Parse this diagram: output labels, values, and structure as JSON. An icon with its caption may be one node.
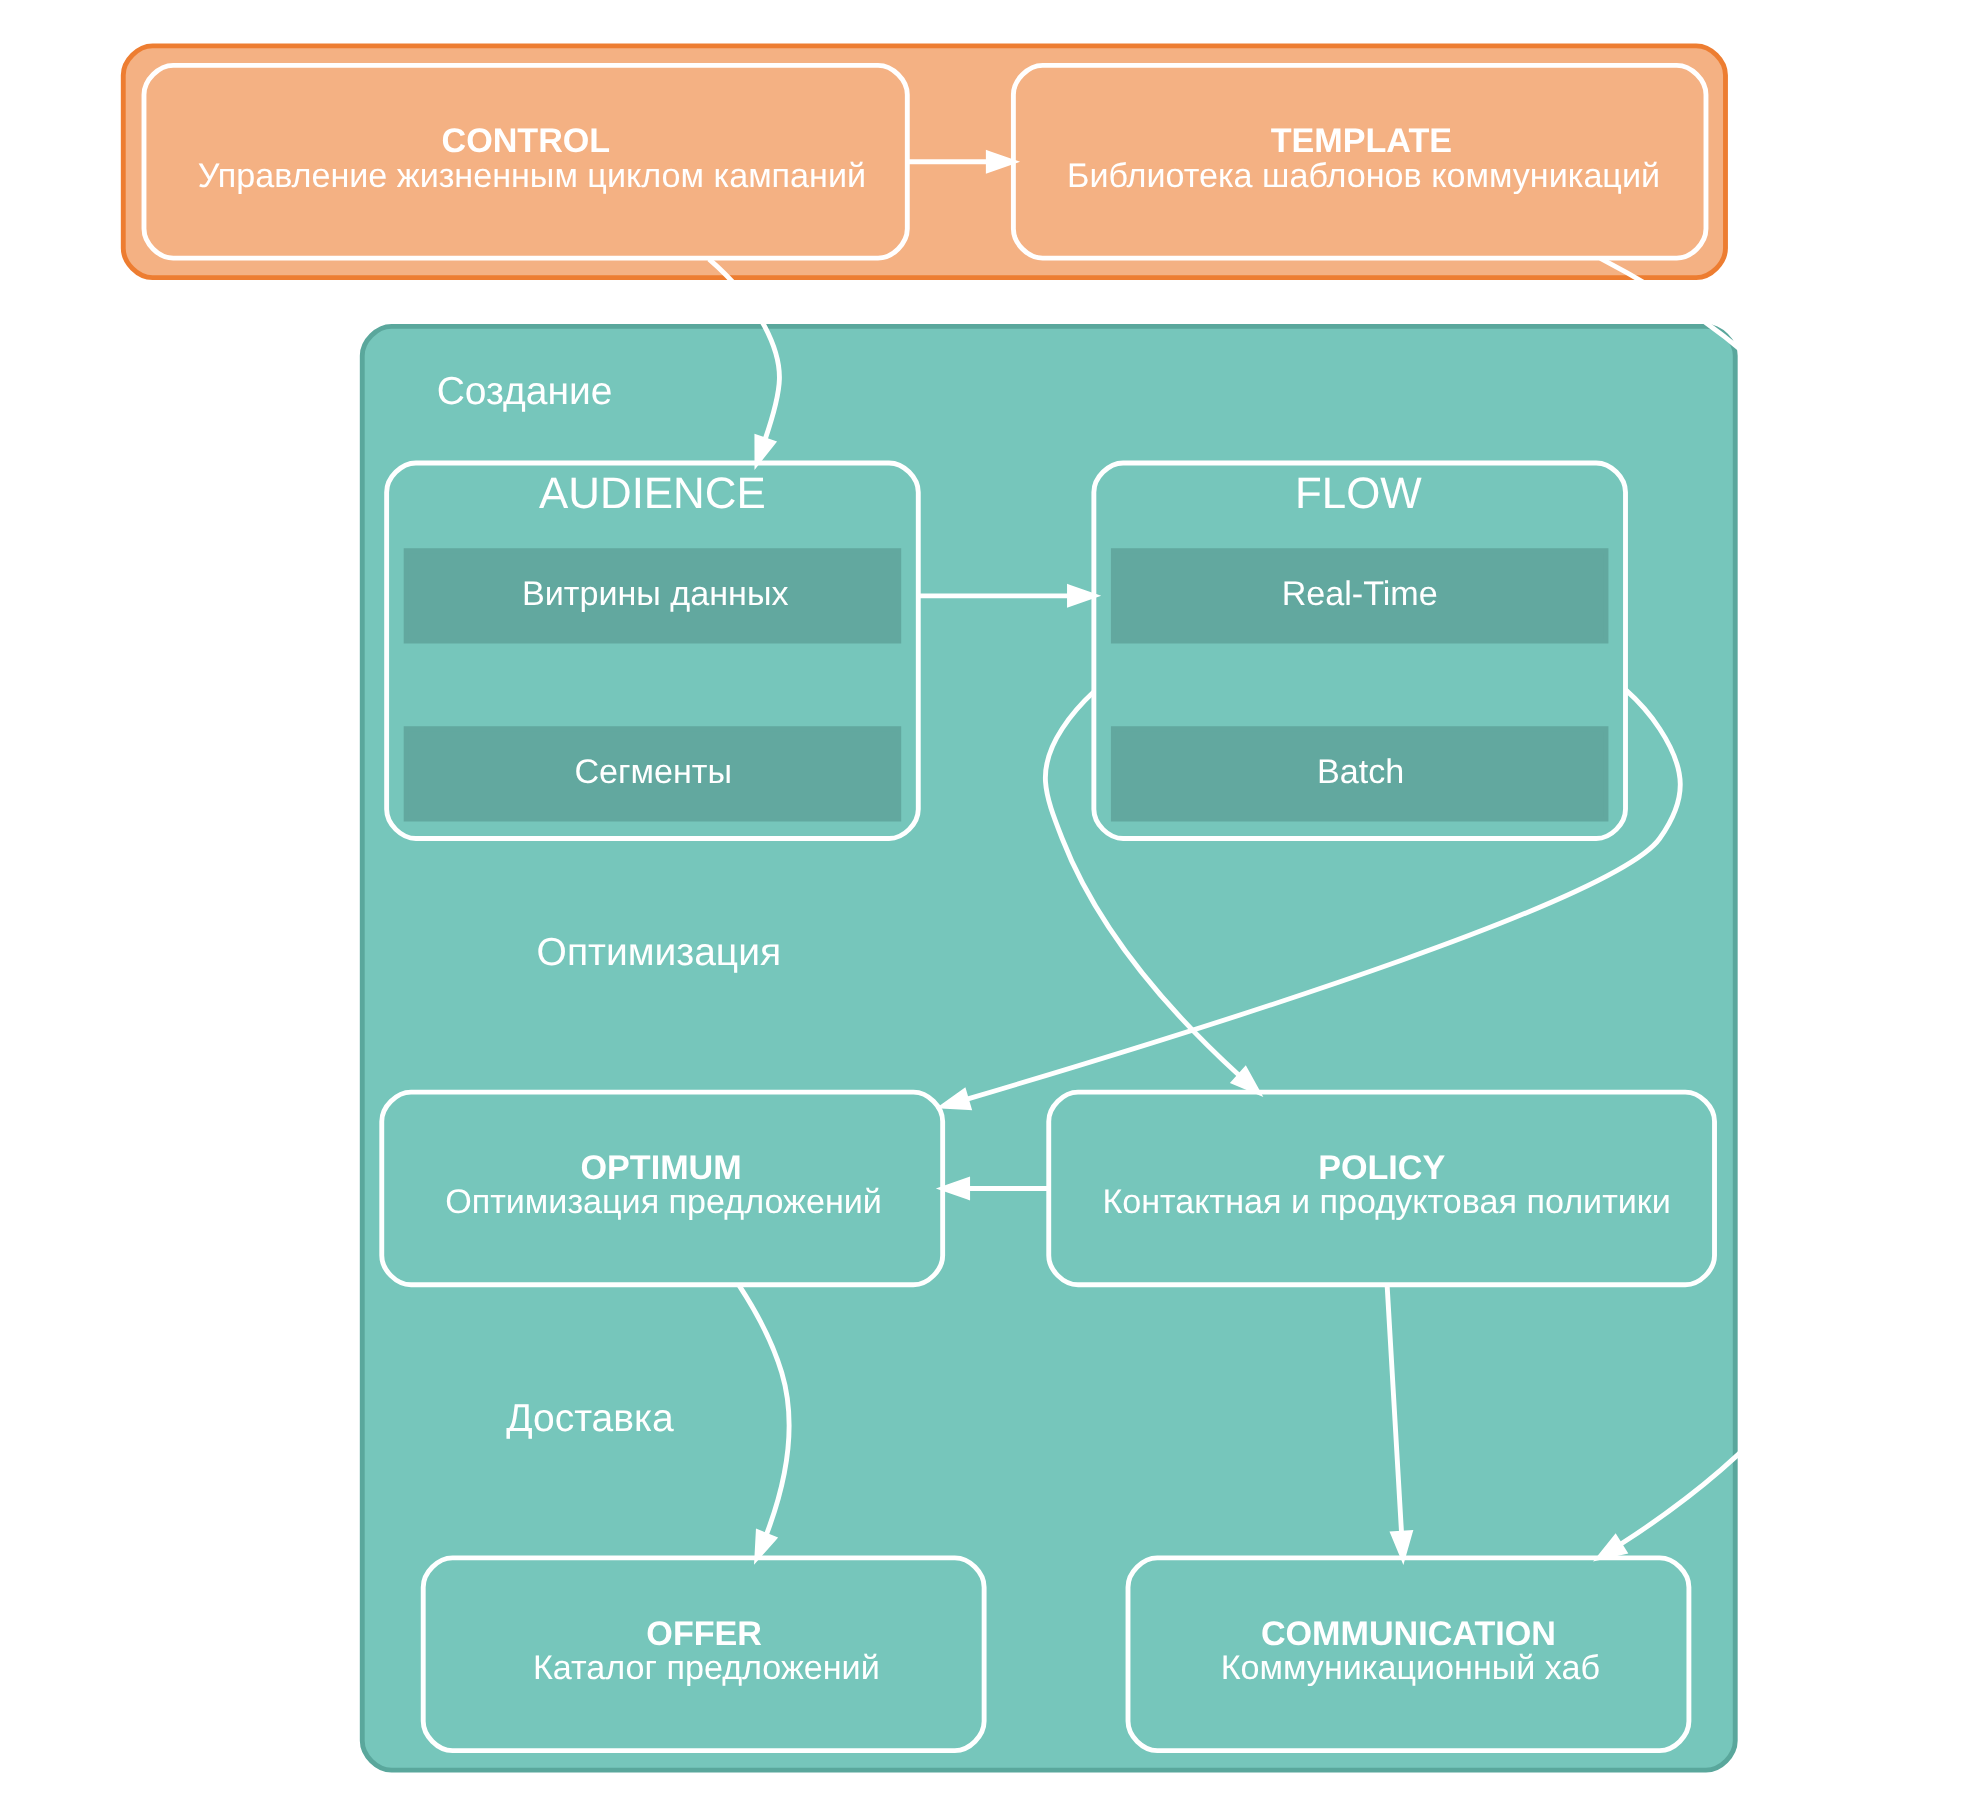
{
  "diagram": {
    "nodes": [
      {
        "text": [],
        "shape": "box"
      },
      {
        "text": [
          "CONTROL",
          "Управление жизненным циклом кампаний"
        ],
        "in": 0
      },
      {
        "text": [
          "TEMPLATE",
          "Библиотека шаблонов коммуникаций"
        ],
        "in": 0
      },
      {
        "text": [],
        "shape": "box"
      },
      {
        "text": [
          "AUDIENCE"
        ],
        "in": 3
      },
      {
        "text": [
          "Витрины данных"
        ],
        "in": 4
      },
      {
        "text": [
          "Сегменты"
        ],
        "in": 4
      },
      {
        "text": [
          "FLOW"
        ],
        "in": 3
      },
      {
        "text": [
          "Real-Time"
        ],
        "in": 7
      },
      {
        "text": [
          "Batch"
        ],
        "in": 7
      },
      {
        "text": [
          "OPTIMUM",
          "Оптимизация предложений"
        ],
        "in": 3
      },
      {
        "text": [
          "POLICY",
          "Контактная и продуктовая политики"
        ],
        "in": 3
      },
      {
        "text": [
          "OFFER",
          "Каталог предложений"
        ],
        "in": 3
      },
      {
        "text": [
          "COMMUNICATION",
          "Коммуникационный хаб"
        ],
        "in": 3
      }
    ],
    "edges": [
      {
        "from": 1,
        "to": 2,
        "arrow": "to"
      },
      {
        "from": 1,
        "to": 4,
        "arrow": "to"
      },
      {
        "from": 2,
        "to": 13,
        "arrow": "to"
      },
      {
        "from": 4,
        "to": 7,
        "arrow": "to"
      },
      {
        "from": 7,
        "to": 10,
        "arrow": "to"
      },
      {
        "from": 7,
        "to": 11,
        "arrow": "to"
      },
      {
        "from": 11,
        "to": 10,
        "arrow": "to"
      },
      {
        "from": 10,
        "to": 12,
        "arrow": "to"
      },
      {
        "from": 11,
        "to": 13,
        "arrow": "to"
      }
    ],
    "labels": [
      "Создание",
      "Оптимизация",
      "Доставка"
    ]
  }
}
